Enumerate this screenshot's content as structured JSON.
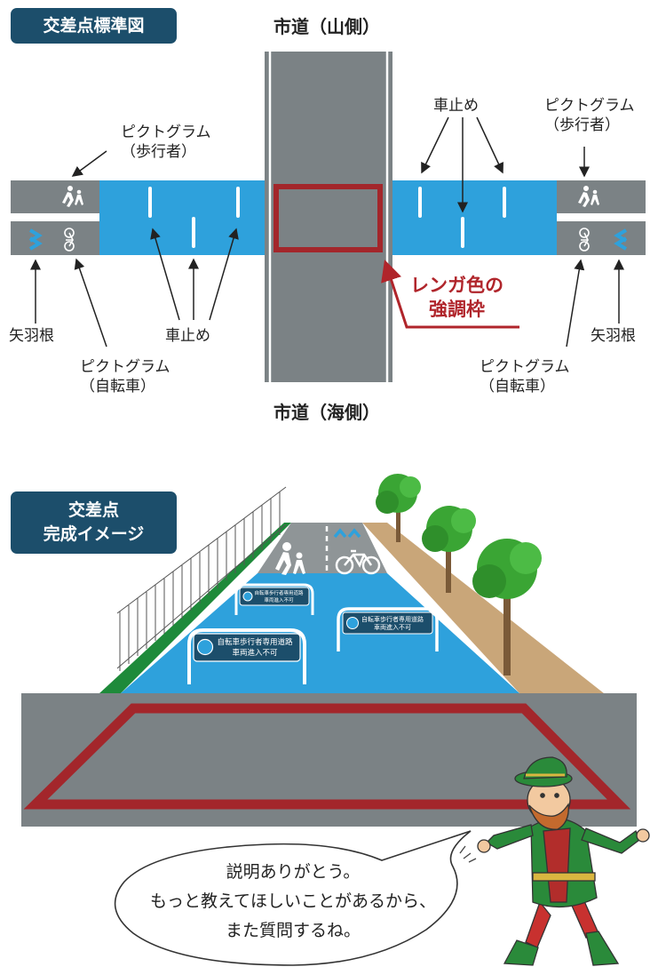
{
  "plan": {
    "badge": "交差点標準図",
    "top_road": "市道（山側）",
    "bottom_road": "市道（海側）",
    "red_note_line1": "レンガ色の",
    "red_note_line2": "強調枠",
    "labels": {
      "pictogram_walk_left_1": "ピクトグラム",
      "pictogram_walk_left_2": "（歩行者）",
      "pictogram_walk_right_1": "ピクトグラム",
      "pictogram_walk_right_2": "（歩行者）",
      "bollard_top_right": "車止め",
      "bollard_bottom_left": "車止め",
      "arrow_left": "矢羽根",
      "arrow_right": "矢羽根",
      "pictogram_bike_left_1": "ピクトグラム",
      "pictogram_bike_left_2": "（自転車）",
      "pictogram_bike_right_1": "ピクトグラム",
      "pictogram_bike_right_2": "（自転車）"
    }
  },
  "perspective": {
    "badge_line1": "交差点",
    "badge_line2": "完成イメージ",
    "sign_line1": "自転車歩行者専用道路",
    "sign_line2": "車両進入不可"
  },
  "speech": {
    "line1": "説明ありがとう。",
    "line2": "もっと教えてほしいことがあるから、",
    "line3": "また質問するね。"
  },
  "colors": {
    "badge": "#1c4e6b",
    "road": "#7b8285",
    "lane_blue": "#2ea1dc",
    "brick_red": "#a3262b",
    "trees": "#3aa534",
    "dirt": "#c9a679"
  }
}
